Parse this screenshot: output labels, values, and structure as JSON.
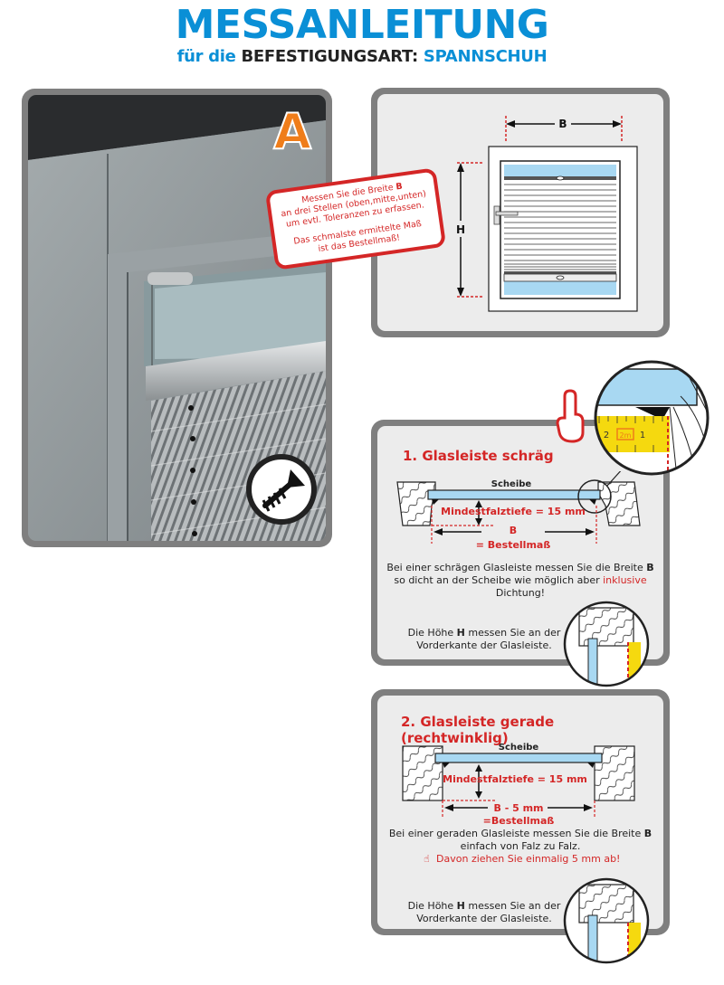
{
  "header": {
    "title": "MESSANLEITUNG",
    "subtitle_prefix": "für die",
    "subtitle_middle": "BEFESTIGUNGSART:",
    "subtitle_suffix": "SPANNSCHUH"
  },
  "photo": {
    "badge": "A",
    "icon": "screw-icon"
  },
  "callout": {
    "line1_prefix": "Messen Sie die Breite",
    "line1_bold": "B",
    "line2": "an drei Stellen (oben,mitte,unten)",
    "line3": "um evtl. Toleranzen zu erfassen.",
    "line4": "Das schmalste ermittelte Maß",
    "line5": "ist das Bestellmaß!"
  },
  "window_diagram": {
    "width_label": "B",
    "height_label": "H"
  },
  "step1": {
    "title": "1. Glasleiste schräg",
    "pane_label": "Scheibe",
    "depth_label": "Mindestfalztiefe = 15 mm",
    "measure_label": "B",
    "order_label": "= Bestellmaß",
    "desc_line1_prefix": "Bei einer schrägen Glasleiste messen Sie die Breite",
    "desc_line1_bold": "B",
    "desc_line2_prefix": "so dicht an der Scheibe wie möglich aber",
    "desc_line2_red": "inklusive",
    "desc_line3": "Dichtung!",
    "height_hint_prefix": "Die Höhe",
    "height_hint_bold": "H",
    "height_hint_suffix": "messen Sie an der",
    "height_hint_line2": "Vorderkante der Glasleiste."
  },
  "step2": {
    "title": "2. Glasleiste gerade (rechtwinklig)",
    "pane_label": "Scheibe",
    "depth_label": "Mindestfalztiefe = 15 mm",
    "measure_label": "B - 5 mm",
    "order_label": "=Bestellmaß",
    "desc_line1_prefix": "Bei einer geraden Glasleiste messen Sie die Breite",
    "desc_line1_bold": "B",
    "desc_line2": "einfach von Falz zu Falz.",
    "desc_line3_red": "Davon ziehen Sie einmalig 5 mm ab!",
    "height_hint_prefix": "Die Höhe",
    "height_hint_bold": "H",
    "height_hint_suffix": "messen Sie an der",
    "height_hint_line2": "Vorderkante der Glasleiste."
  },
  "tape": {
    "mark_1": "1",
    "mark_2": "2",
    "unit": "2m"
  },
  "colors": {
    "brand_blue": "#0a8fd6",
    "accent_red": "#d42626",
    "accent_orange": "#ef7d1a",
    "glass_blue": "#a8d8f2",
    "tape_yellow": "#f5d90f",
    "panel_border": "#7f7f7f",
    "panel_bg": "#ececec"
  }
}
